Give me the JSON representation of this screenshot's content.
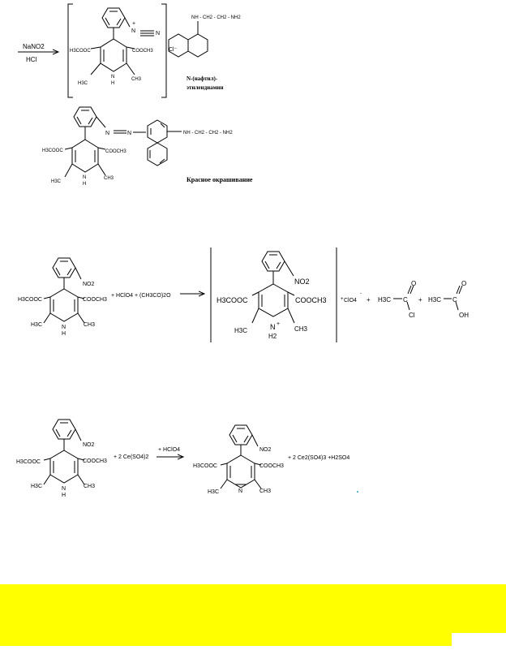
{
  "reaction1": {
    "reagent_top": "NaNO2",
    "reagent_bottom": "HCl",
    "diazo_n_plus": "N",
    "diazo_plus": "+",
    "diazo_n": "N",
    "ester_left": "H3COOC",
    "ester_right": "COOCH3",
    "methyl_left": "H3C",
    "methyl_right": "CH3",
    "ring_n": "N",
    "ring_h": "H",
    "counter_ion": "Cl⁻",
    "amine_chain": "NH - CH2 - CH2 - NH2",
    "reagent_name_line1": "N-(нафтил)-",
    "reagent_name_line2": "этилендиамин",
    "azo_n1": "N",
    "azo_n2": "N",
    "azo_amine_chain": "NH - CH2 - CH2 - NH2",
    "product_note": "Красное окрашивание"
  },
  "reaction2": {
    "nitro": "NO2",
    "ester_left": "H3COOC",
    "ester_right": "COOCH3",
    "methyl_left": "H3C",
    "methyl_right": "CH3",
    "ring_n": "N",
    "ring_h": "H",
    "reagents": "+ HClO4 + (CH3CO)2O",
    "product_ester_left": "H3COOC",
    "product_ester_right": "COOCH3",
    "product_ring_n": "N",
    "product_n_charge": "+",
    "product_h2": "H2",
    "perchlorate": "ClO4",
    "perchlorate_prefix": "+",
    "perchlorate_charge": "-",
    "plus1": "+",
    "plus2": "+",
    "acetyl_chloride_ch3": "H3C",
    "acetyl_chloride_c": "C",
    "acetyl_chloride_o": "O",
    "acetyl_chloride_cl": "Cl",
    "acetic_acid_ch3": "H3C",
    "acetic_acid_c": "C",
    "acetic_acid_o": "O",
    "acetic_acid_oh": "OH"
  },
  "reaction3": {
    "nitro": "NO2",
    "ester_left": "H3COOC",
    "ester_right": "COOCH3",
    "methyl_left": "H3C",
    "methyl_right": "CH3",
    "ring_n": "N",
    "ring_h": "H",
    "reagent": "+ 2 Ce(SO4)2",
    "arrow_label": "+ HClO4",
    "product_nitro": "NO2",
    "product_ester_left": "H3COOC",
    "product_ester_right": "COOCH3",
    "product_methyl_left": "H3C",
    "product_methyl_right": "CH3",
    "product_ring_n": "N",
    "byproducts": "+ 2 Ce2(SO4)3 +H2SO4"
  },
  "colors": {
    "highlight": "#ffff00",
    "ink": "#000000",
    "stray_dot": "#2aa3c9"
  }
}
